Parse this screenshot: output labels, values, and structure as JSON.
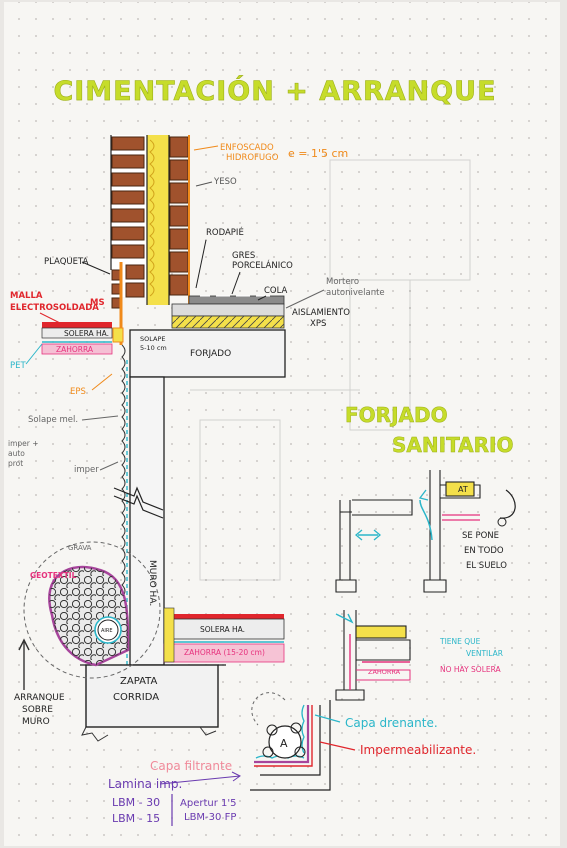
{
  "title_main": "CIMENTACIÓN + ARRANQUE",
  "title_secondary": "FORJADO",
  "title_secondary2": "SANITARIO",
  "labels": {
    "enfoscado": "ENFOSCADO",
    "hidrofugo": "HIDROFUGO",
    "espesor": "e = 1'5 cm",
    "yeso": "YESO",
    "rodapie": "RODAPIÉ",
    "gres": "GRES",
    "porcelanico": "PORCELÁNICO",
    "plaqueta": "PLAQUETA",
    "cola": "COLA",
    "mortero": "Mortero",
    "autonivelante": "autonivelante",
    "aislamiento": "AISLAMIENTO",
    "xps": "XPS",
    "malla": "MALLA",
    "electrosoldada": "ELECTROSOLDADA",
    "ms": "MS",
    "solera_ha": "SOLERA HA.",
    "solape": "SOLAPE",
    "solape_cm": "5-10 cm",
    "forjado": "FORJADO",
    "pet": "PET",
    "zahorra": "ZAHORRA",
    "eps": "EPS",
    "solape_mel": "Solape mel.",
    "imper_line1": "imper +",
    "imper_line2": "auto",
    "imper_line3": "prot",
    "imper": "imper",
    "grava": "GRAVA",
    "geotextil": "GEOTEXTIL",
    "aire": "AIRE",
    "muro_ha": "MURO HA.",
    "solera_ha_2": "SOLERA HA.",
    "zahorra_2": "ZAHORRA (15-20 cm)",
    "zapata": "ZAPATA",
    "corrida": "CORRIDA",
    "arranque": "ARRANQUE",
    "sobre": "SOBRE",
    "muro": "MURO",
    "capa_drenante": "Capa drenante.",
    "impermeabilizante": "Impermeabilizante.",
    "capa_filtrante": "Capa filtrante",
    "lamina_imp": "Lamina imp.",
    "lbm30": "LBM - 30",
    "lbm15": "LBM - 15",
    "apertura": "Apertur 1'5",
    "lbm30fp": "LBM-30 FP",
    "at": "AT",
    "se_pone": "SE PONE",
    "en_todo": "EN TODO",
    "el_suelo": "EL SUELO",
    "tiene_que": "TIENE QUE",
    "ventilar": "VENTILAR",
    "no_hay_solera": "NO HAY SOLERA",
    "zahorra_3": "ZAHORRA",
    "a_letter": "A"
  },
  "colors": {
    "highlight": "#c6dc2a",
    "orange": "#f08a1a",
    "brick": "#a0522d",
    "yellow": "#f4e04a",
    "red": "#e0262c",
    "pink": "#e6327d",
    "blue": "#2bb6c9",
    "purple": "#6a3bb0",
    "grid_dot": "#bdbab6",
    "ink": "#222222"
  }
}
